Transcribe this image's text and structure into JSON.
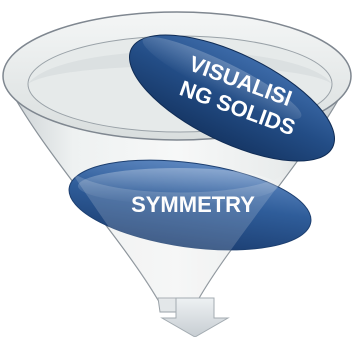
{
  "diagram": {
    "type": "funnel",
    "stages": [
      {
        "label_line1": "VISUALISI",
        "label_line2": "NG SOLIDS"
      },
      {
        "label": "SYMMETRY"
      }
    ]
  },
  "colors": {
    "ellipse_fill": "#2f5d9a",
    "ellipse_highlight": "#6f95c6",
    "funnel_fill": "#e8ecec",
    "funnel_edge": "#7f8790",
    "arrow_fill": "#dde2e6"
  },
  "icons": {
    "arrow": "down-arrow-icon"
  }
}
